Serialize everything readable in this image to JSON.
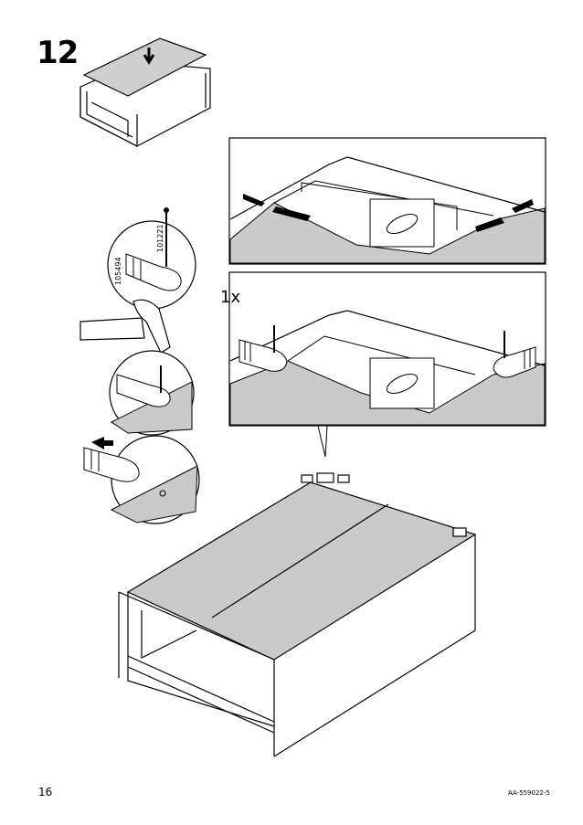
{
  "step": {
    "number": "12"
  },
  "detail": {
    "quantity": "1x"
  },
  "parts": [
    {
      "id": "101221",
      "icon": "nail-icon"
    },
    {
      "id": "105494",
      "icon": "clip-icon"
    }
  ],
  "footer": {
    "page_number": "16",
    "doc_code": "AA-559022-5"
  },
  "colors": {
    "panel_gray": "#c9c9c9",
    "line": "#000000",
    "background": "#ffffff"
  }
}
